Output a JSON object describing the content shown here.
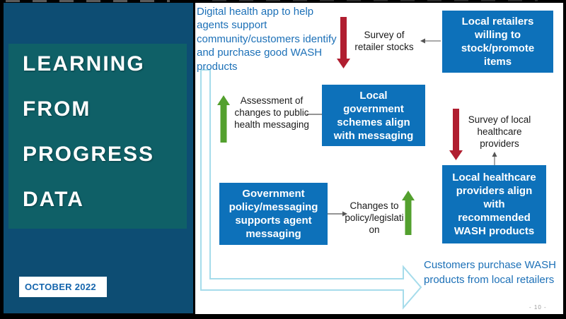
{
  "slide": {
    "title_lines": [
      "LEARNING",
      "FROM",
      "PROGRESS",
      "DATA"
    ],
    "date": "OCTOBER 2022",
    "page_number": "- 10 -"
  },
  "flow": {
    "digital_app_note": "Digital health app to help agents support community/customers identify and purchase good WASH products",
    "survey_retailer_label": "Survey of retailer stocks",
    "box_retailers": "Local retailers willing to stock/promote items",
    "assessment_label": "Assessment of changes to public health messaging",
    "box_government_schemes": "Local government schemes align with messaging",
    "survey_healthcare_label": "Survey of local healthcare providers",
    "box_healthcare_providers": "Local healthcare providers align with recommended WASH products",
    "box_government_policy": "Government policy/messaging supports agent messaging",
    "changes_label": "Changes to policy/legislation",
    "customers_note": "Customers purchase WASH products from local retailers"
  },
  "colors": {
    "panel_navy": "#0d4d73",
    "title_teal": "#0f6067",
    "box_blue": "#0d71ba",
    "text_blue": "#1c70b7",
    "arrow_red": "#b01e30",
    "arrow_green": "#53a02e",
    "bent_arrow_cyan": "#a6dceb",
    "connector_gray": "#555555"
  }
}
